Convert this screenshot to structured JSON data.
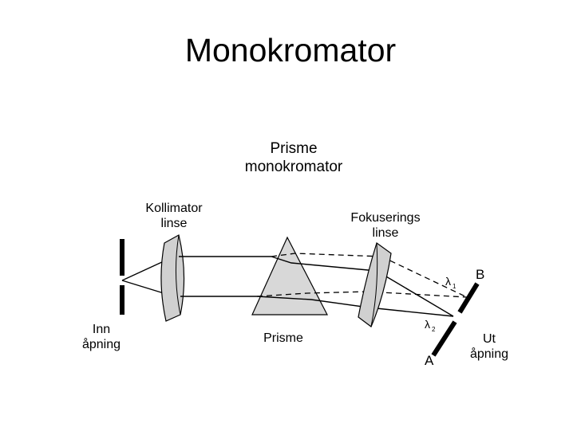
{
  "page": {
    "title": "Monokromator"
  },
  "diagram": {
    "heading": [
      "Prisme",
      "monokromator"
    ],
    "collimator_label": [
      "Kollimator",
      "linse"
    ],
    "focusing_label": [
      "Fokuserings",
      "linse"
    ],
    "entrance_label": [
      "Inn",
      "åpning"
    ],
    "exit_label": [
      "Ut",
      "åpning"
    ],
    "prism_label": "Prisme",
    "lambda_symbol": "λ",
    "lambda1_sub": "1",
    "lambda2_sub": "2",
    "point_a": "A",
    "point_b": "B",
    "colors": {
      "lens_fill": "#d0d0d0",
      "prism_fill": "#d8d8d8",
      "line": "#000000"
    }
  }
}
